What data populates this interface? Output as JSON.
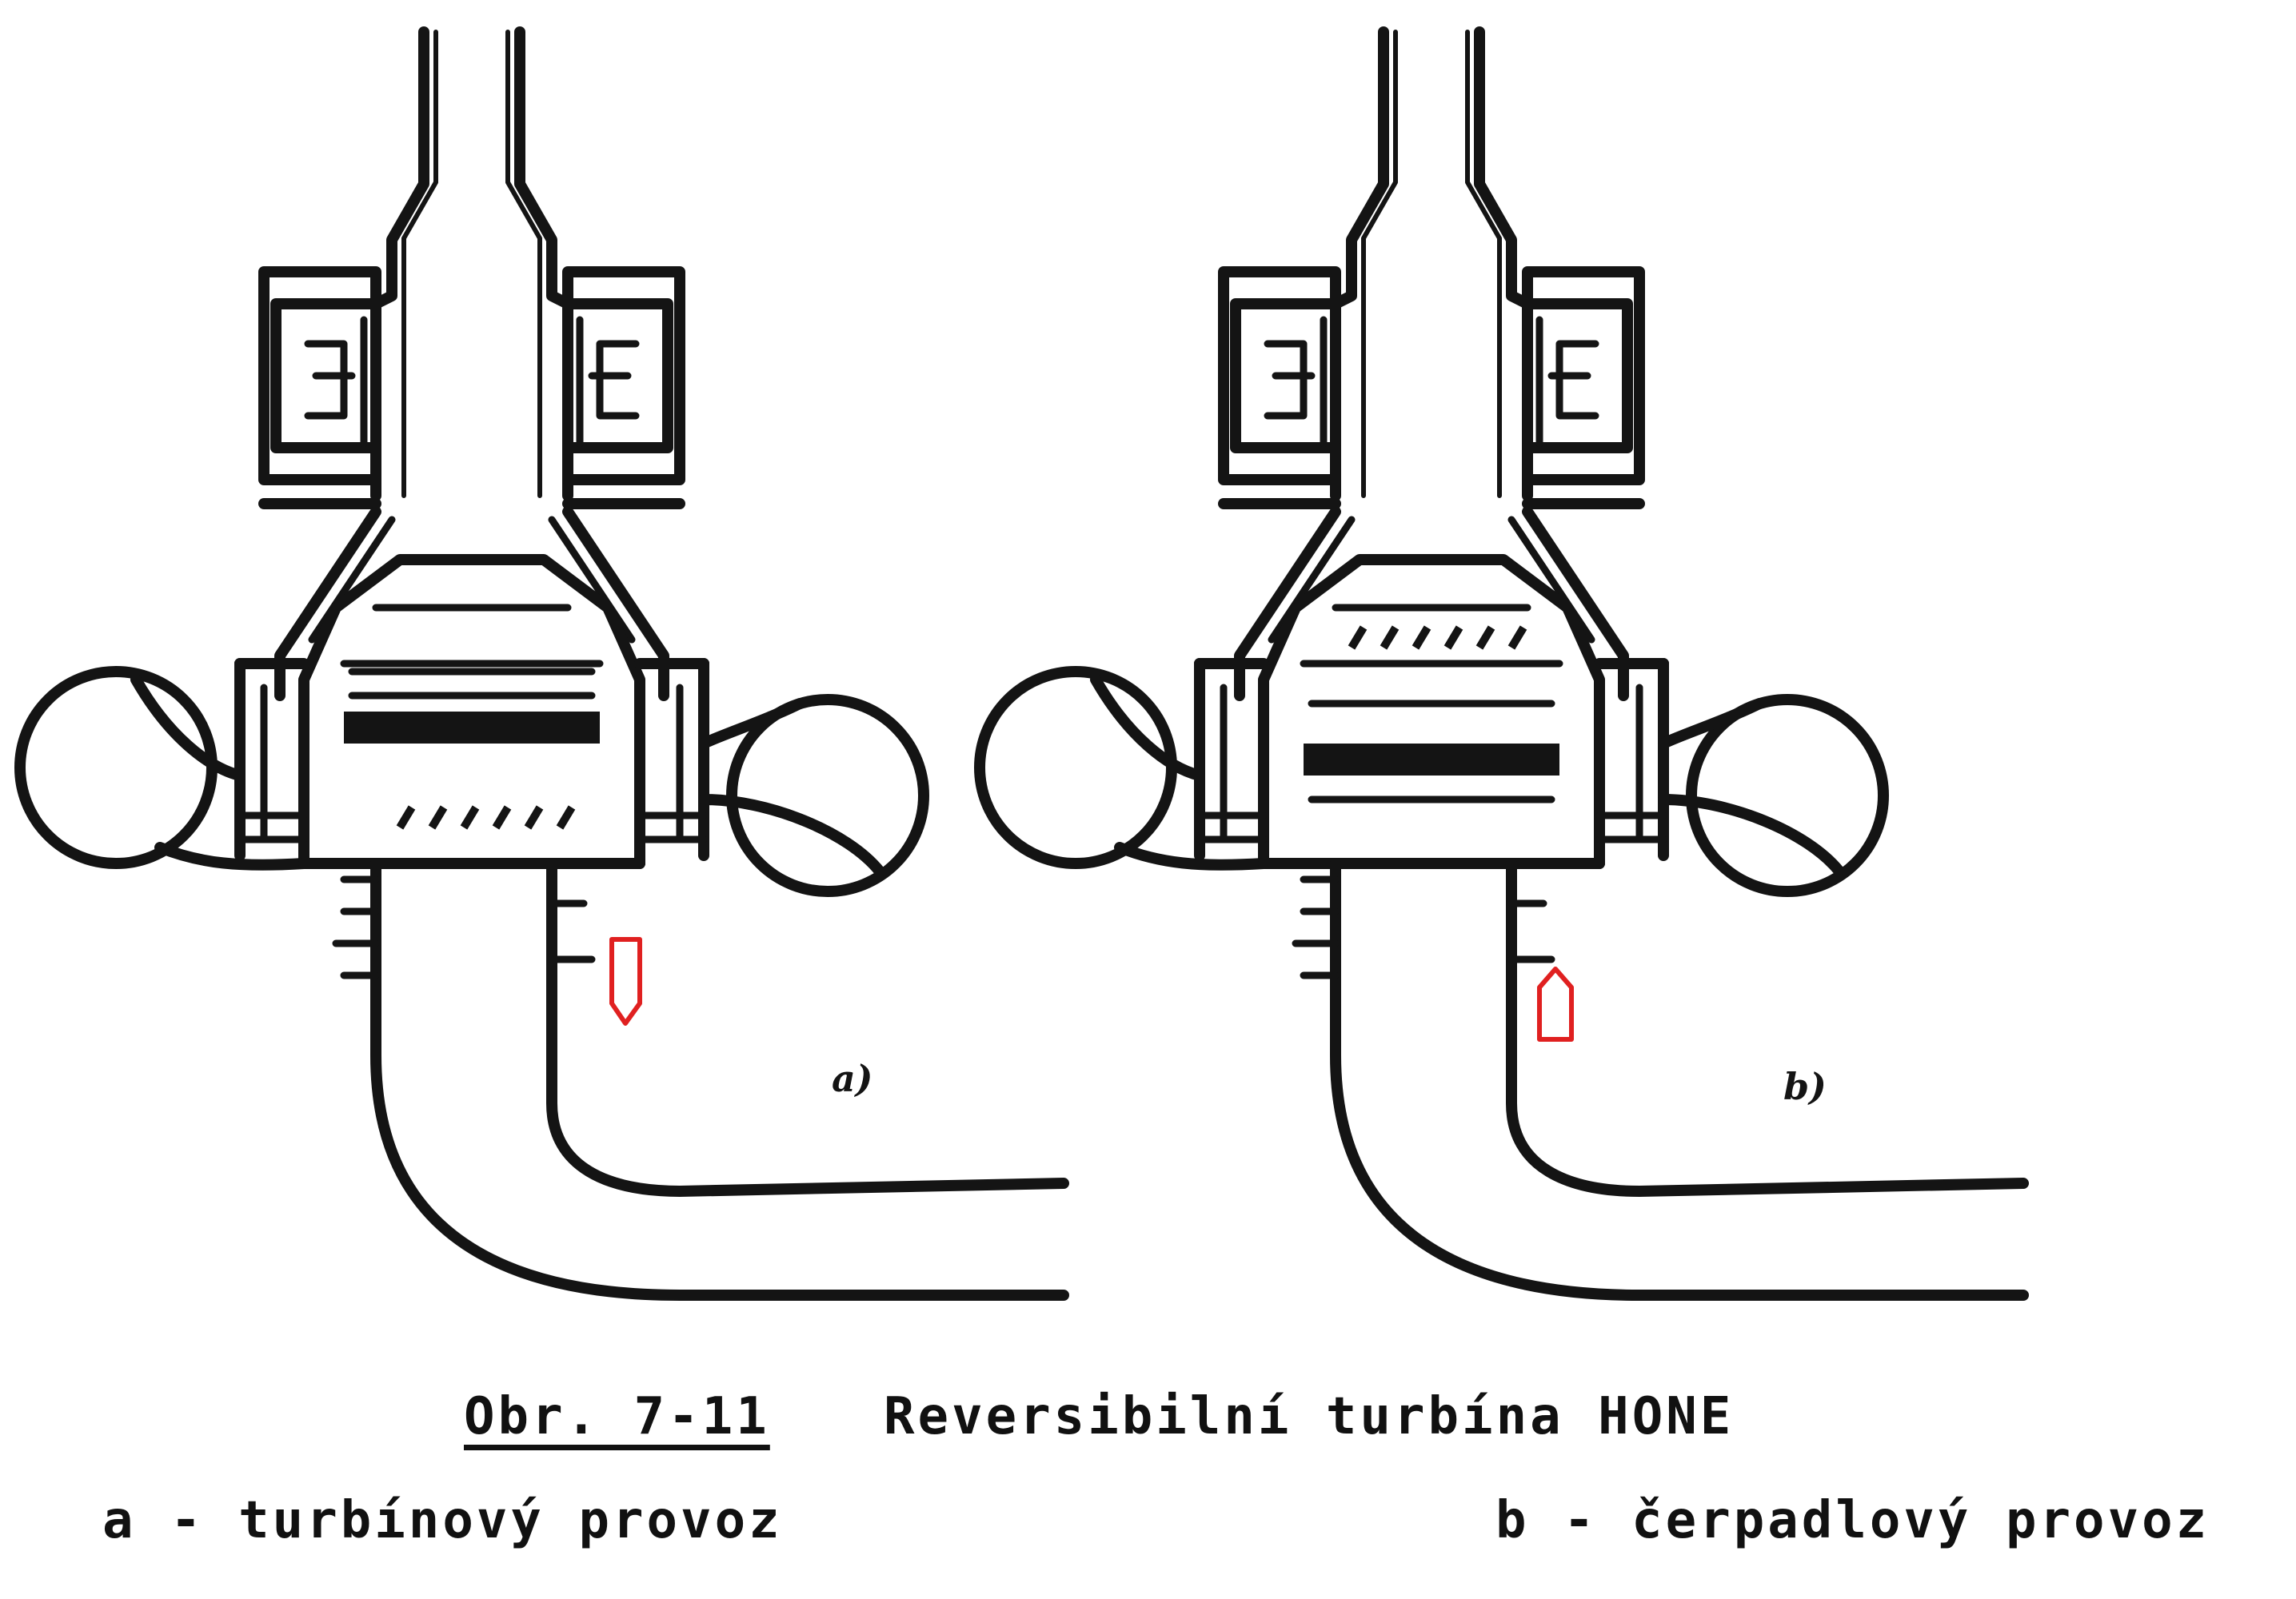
{
  "figure": {
    "number": "Obr. 7-11",
    "title": "Reversibilní turbína HONE",
    "legend_a": "a - turbínový provoz",
    "legend_b": "b - čerpadlový provoz"
  },
  "drawings": [
    {
      "id": "a",
      "sublabel": "a)",
      "mode_marker": "down-pointing",
      "marker_color": "#e02020"
    },
    {
      "id": "b",
      "sublabel": "b)",
      "mode_marker": "up-pointing",
      "marker_color": "#e02020"
    }
  ]
}
